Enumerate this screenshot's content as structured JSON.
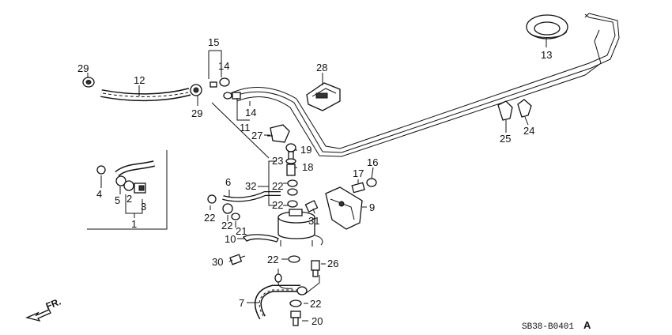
{
  "diagram": {
    "drawing_code": "SB38-B0401",
    "drawing_code_suffix": "A",
    "direction_label": "FR.",
    "callouts": {
      "c1": "1",
      "c2": "2",
      "c3": "3",
      "c4": "4",
      "c5": "5",
      "c6": "6",
      "c7": "7",
      "c9": "9",
      "c10": "10",
      "c11": "11",
      "c12": "12",
      "c13": "13",
      "c14a": "14",
      "c14b": "14",
      "c15": "15",
      "c16": "16",
      "c17": "17",
      "c18": "18",
      "c19": "19",
      "c20": "20",
      "c21": "21",
      "c22a": "22",
      "c22b": "22",
      "c22c": "22",
      "c22d": "22",
      "c22e": "22",
      "c22f": "22",
      "c23": "23",
      "c24": "24",
      "c25": "25",
      "c26": "26",
      "c27": "27",
      "c28": "28",
      "c29a": "29",
      "c29b": "29",
      "c30": "30",
      "c31": "31",
      "c32": "32"
    }
  }
}
